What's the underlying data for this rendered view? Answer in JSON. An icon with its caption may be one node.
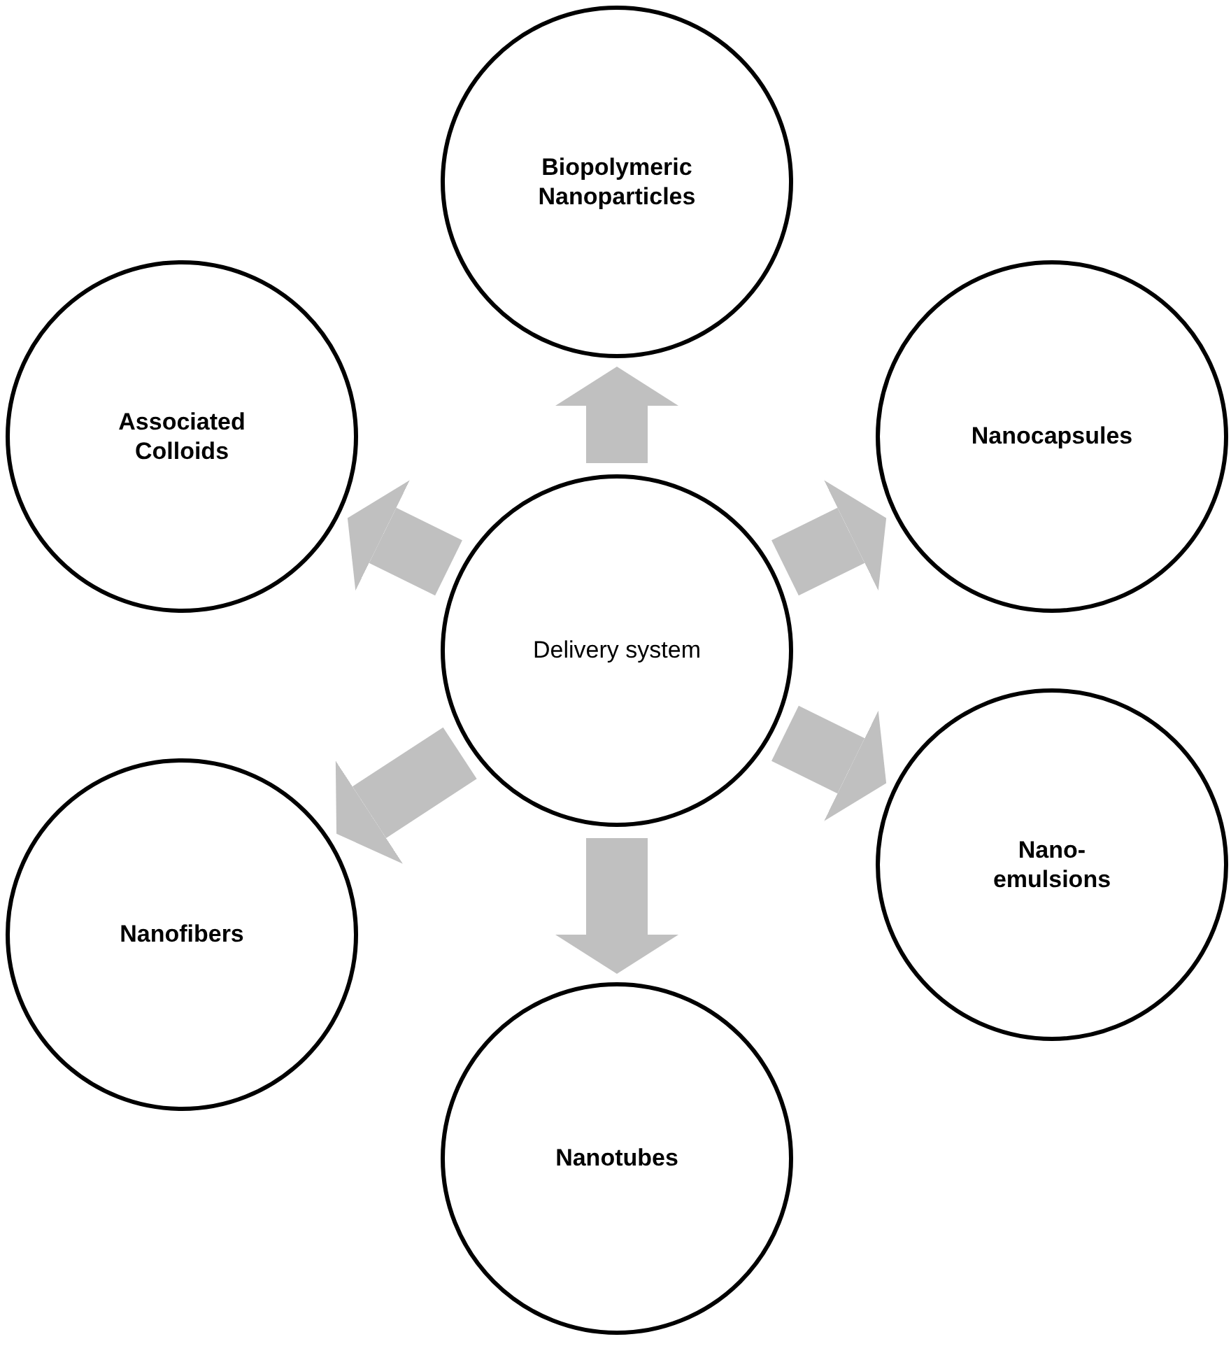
{
  "diagram": {
    "nodes": [
      {
        "text": [
          "Delivery system"
        ]
      },
      {
        "text": [
          "Biopolymeric Nanoparticles"
        ]
      },
      {
        "text": [
          "Nanocapsules"
        ]
      },
      {
        "text": [
          "Nano- emulsions"
        ]
      },
      {
        "text": [
          "Nanotubes"
        ]
      },
      {
        "text": [
          "Nanofibers"
        ]
      },
      {
        "text": [
          "Associated Colloids"
        ]
      }
    ],
    "edges": [
      {
        "from": 0,
        "to": 1,
        "arrow": "to"
      },
      {
        "from": 0,
        "to": 2,
        "arrow": "to"
      },
      {
        "from": 0,
        "to": 3,
        "arrow": "to"
      },
      {
        "from": 0,
        "to": 4,
        "arrow": "to"
      },
      {
        "from": 0,
        "to": 5,
        "arrow": "to"
      },
      {
        "from": 0,
        "to": 6,
        "arrow": "to"
      }
    ]
  }
}
